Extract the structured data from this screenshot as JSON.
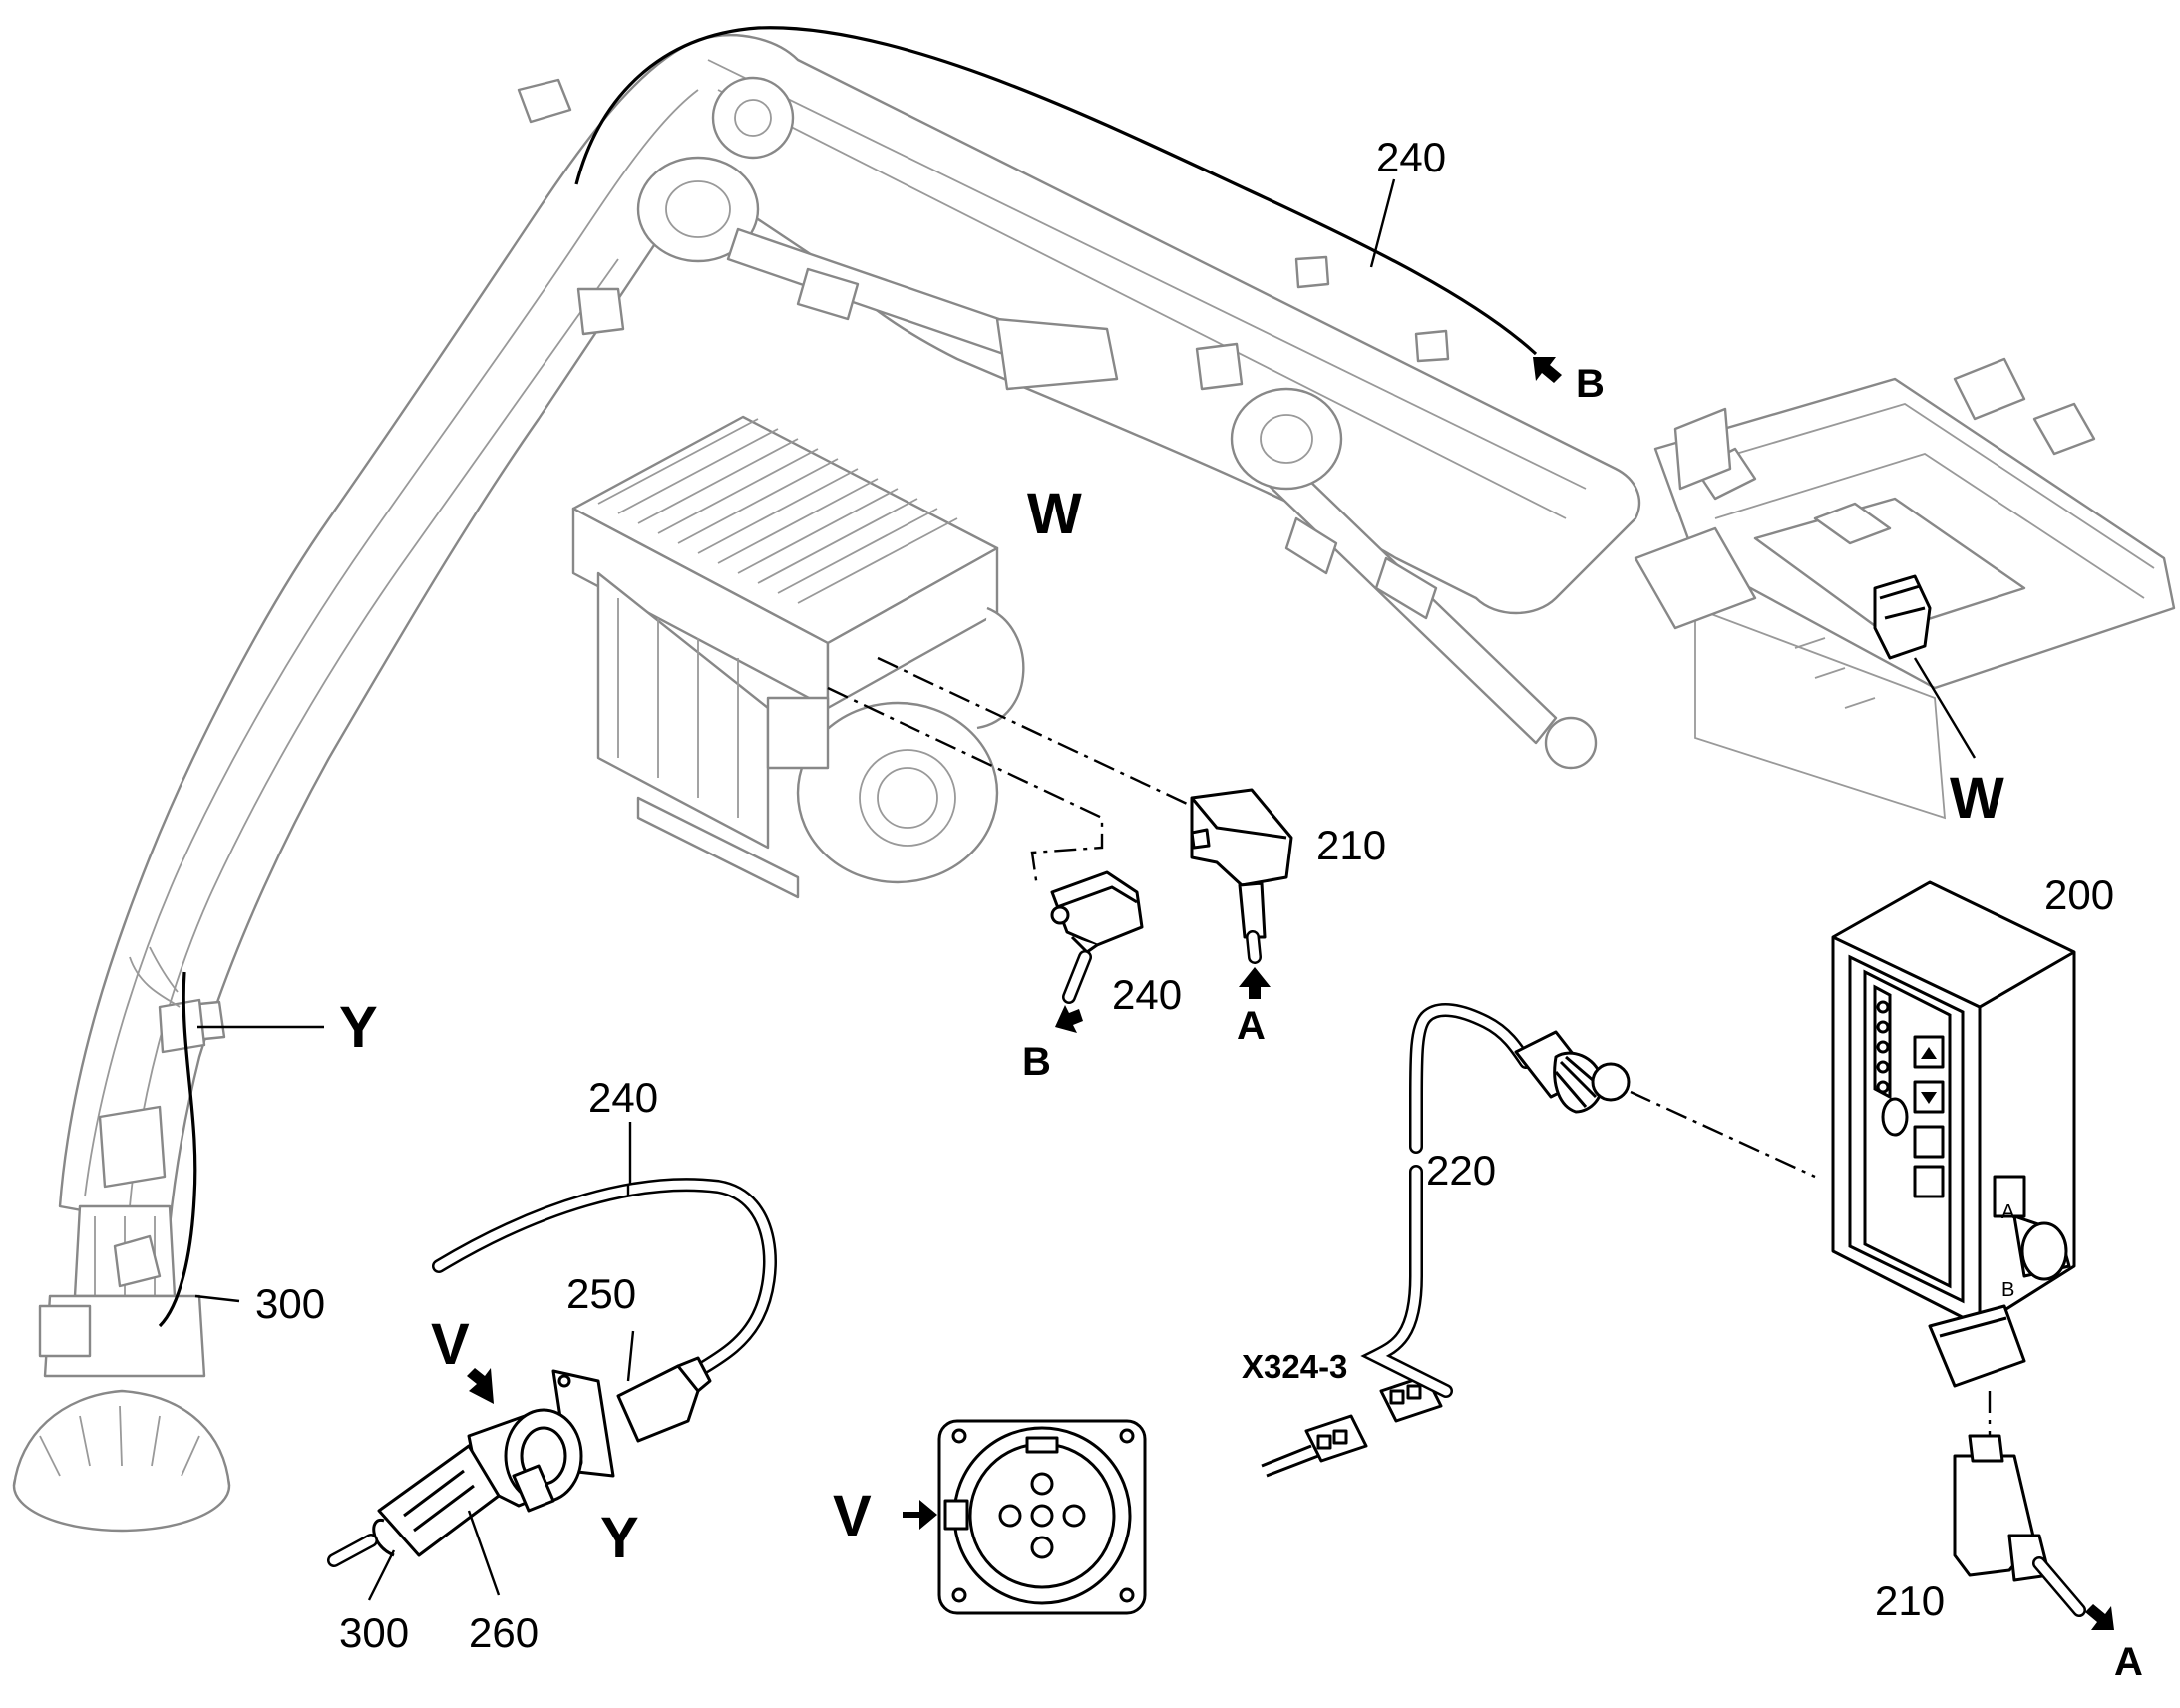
{
  "labels": {
    "cable_240_top": "240",
    "b_top": "B",
    "w_motor": "W",
    "w_frame": "W",
    "plug_210_top": "210",
    "cable_240_mid": "240",
    "a_mid": "A",
    "b_mid": "B",
    "y_boom": "Y",
    "cable_300_boom": "300",
    "cable_240_low": "240",
    "coupler_250": "250",
    "v_coupler": "V",
    "y_coupler": "Y",
    "cable_300_low": "300",
    "coupler_260": "260",
    "v_socket": "V",
    "connector_x324": "X324-3",
    "cable_220": "220",
    "box_200": "200",
    "plug_210_low": "210",
    "a_low": "A"
  },
  "control_box_markings": {
    "switch_a": "A",
    "switch_b": "B"
  }
}
